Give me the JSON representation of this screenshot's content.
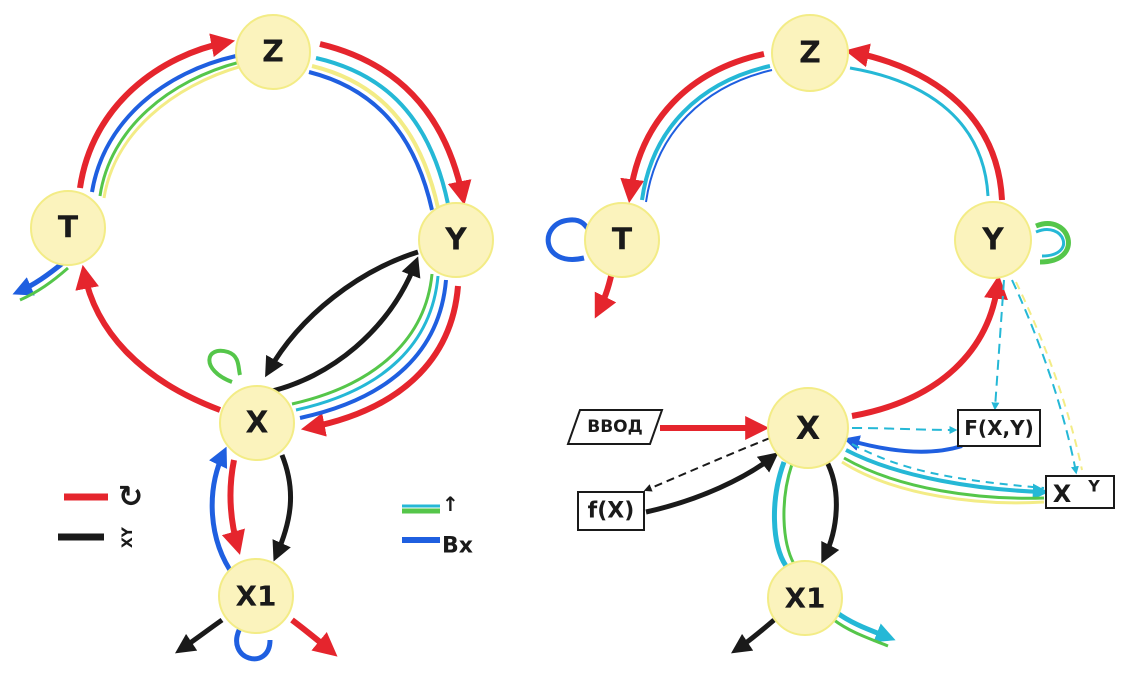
{
  "colors": {
    "red": "#e5252d",
    "blue": "#1f5fe0",
    "cyan": "#25b8d6",
    "green": "#55c64a",
    "black": "#1a1a1a",
    "node_fill": "#fbf3bd",
    "yellow": "#f3ec86"
  },
  "left_diagram": {
    "nodes": {
      "z": "Z",
      "t": "T",
      "y": "Y",
      "x": "X",
      "x1": "X1"
    },
    "legend": {
      "cycle_symbol": "↻",
      "swap_symbol": "XY",
      "input_arrow": "↑",
      "input_text": "Bx"
    }
  },
  "right_diagram": {
    "nodes": {
      "z": "Z",
      "t": "T",
      "y": "Y",
      "x": "X",
      "x1": "X1"
    },
    "input_box": "ВВОД",
    "f_box": "f(X)",
    "F_box": "F(X,Y)",
    "pow_box_base": "X",
    "pow_box_exp": "Y"
  }
}
